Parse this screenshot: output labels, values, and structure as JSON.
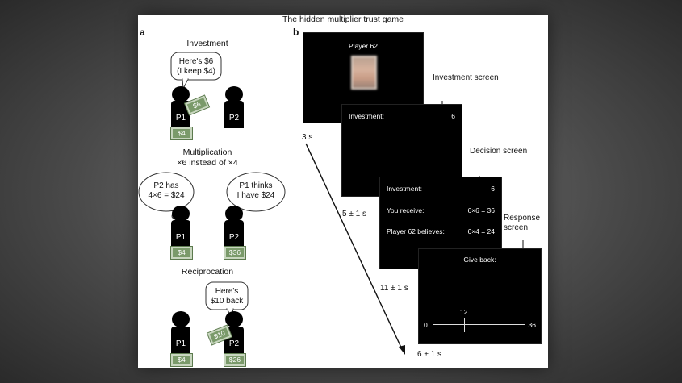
{
  "figure": {
    "title": "The hidden multiplier trust game",
    "panel_a_letter": "a",
    "panel_b_letter": "b"
  },
  "panel_a": {
    "investment": {
      "label": "Investment",
      "p1_speech": "Here's $6\n(I keep $4)",
      "p1_label": "P1",
      "p2_label": "P2",
      "p1_money": "$4",
      "transfer_money": "$6"
    },
    "multiplication": {
      "label": "Multiplication",
      "sublabel": "×6 instead of ×4",
      "p2_thought": "P2 has\n4×6 = $24",
      "p1_thought": "P1 thinks\nI have $24",
      "p1_label": "P1",
      "p2_label": "P2",
      "p1_money": "$4",
      "p2_money": "$36"
    },
    "reciprocation": {
      "label": "Reciprocation",
      "p2_speech": "Here's\n$10 back",
      "p1_label": "P1",
      "p2_label": "P2",
      "p1_money": "$4",
      "p2_money": "$26",
      "transfer_money": "$10"
    }
  },
  "panel_b": {
    "screen1": {
      "player": "Player 62"
    },
    "screen2": {
      "caption": "Investment\nscreen",
      "investment_label": "Investment:",
      "investment_value": "6"
    },
    "screen3": {
      "caption": "Decision\nscreen",
      "investment_label": "Investment:",
      "investment_value": "6",
      "receive_label": "You receive:",
      "receive_value": "6×6 = 36",
      "believes_label": "Player 62 believes:",
      "believes_value": "6×4 = 24"
    },
    "screen4": {
      "caption": "Response\nscreen",
      "give_back_label": "Give back:",
      "slider_min": "0",
      "slider_max": "36",
      "slider_value": "12",
      "slider_fraction": 0.333
    },
    "timings": [
      "3 s",
      "5 ± 1 s",
      "11 ± 1 s",
      "6 ± 1 s"
    ]
  }
}
